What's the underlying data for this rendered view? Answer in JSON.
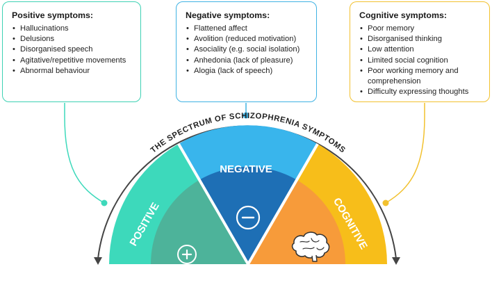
{
  "boxes": {
    "positive": {
      "title": "Positive symptoms:",
      "items": [
        "Hallucinations",
        "Delusions",
        "Disorganised speech",
        "Agitative/repetitive movements",
        "Abnormal behaviour"
      ]
    },
    "negative": {
      "title": "Negative symptoms:",
      "items": [
        "Flattened affect",
        "Avolition (reduced motivation)",
        "Asociality (e.g. social isolation)",
        "Anhedonia (lack of pleasure)",
        "Alogia (lack of speech)"
      ]
    },
    "cognitive": {
      "title": "Cognitive symptoms:",
      "items": [
        "Poor memory",
        "Disorganised thinking",
        "Low attention",
        "Limited social cognition",
        "Poor working memory and comprehension",
        "Difficulty expressing thoughts"
      ]
    }
  },
  "arc_title": "THE SPECTRUM OF SCHIZOPHRENIA SYMPTOMS",
  "segments": {
    "positive": "POSITIVE",
    "negative": "NEGATIVE",
    "cognitive": "COGNITIVE"
  },
  "icons": {
    "positive": "plus-circle-icon",
    "negative": "minus-circle-icon",
    "cognitive": "brain-icon"
  },
  "colors": {
    "positive_outer": "#3dd9bb",
    "positive_inner": "#4db39a",
    "negative_outer": "#39b5ec",
    "negative_inner": "#1e6fb5",
    "cognitive_outer": "#f7be1a",
    "cognitive_inner": "#f79b3a",
    "arc_line": "#444444"
  }
}
